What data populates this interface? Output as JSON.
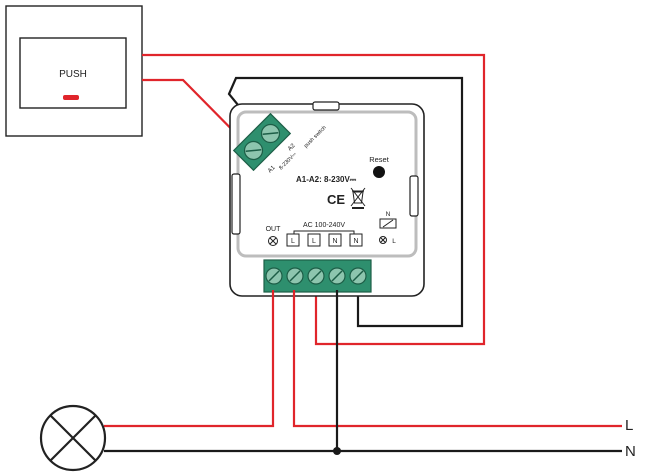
{
  "push_button": {
    "label": "PUSH"
  },
  "device": {
    "input_label": "A1-A2: 8-230V⎓",
    "reset_label": "Reset",
    "ce_mark": "CE",
    "push_switch_label": "push switch",
    "input_voltage_small": "8-230V⎓",
    "terminal_a1": "A1",
    "terminal_a2": "A2",
    "out_label": "OUT",
    "ac_label": "AC 100-240V",
    "terminals": [
      "L",
      "L",
      "N",
      "N"
    ],
    "neutral_label": "N",
    "earth_terminals": [
      "N",
      "L"
    ]
  },
  "lines": {
    "live": "L",
    "neutral": "N"
  },
  "colors": {
    "live_wire": "#e0252b",
    "neutral_wire": "#1a1a1a",
    "terminal_block": "#2e8f6e",
    "indicator": "#e0252b"
  },
  "icons": [
    "lamp-icon",
    "earth-icon",
    "weee-icon",
    "tool-icon"
  ]
}
